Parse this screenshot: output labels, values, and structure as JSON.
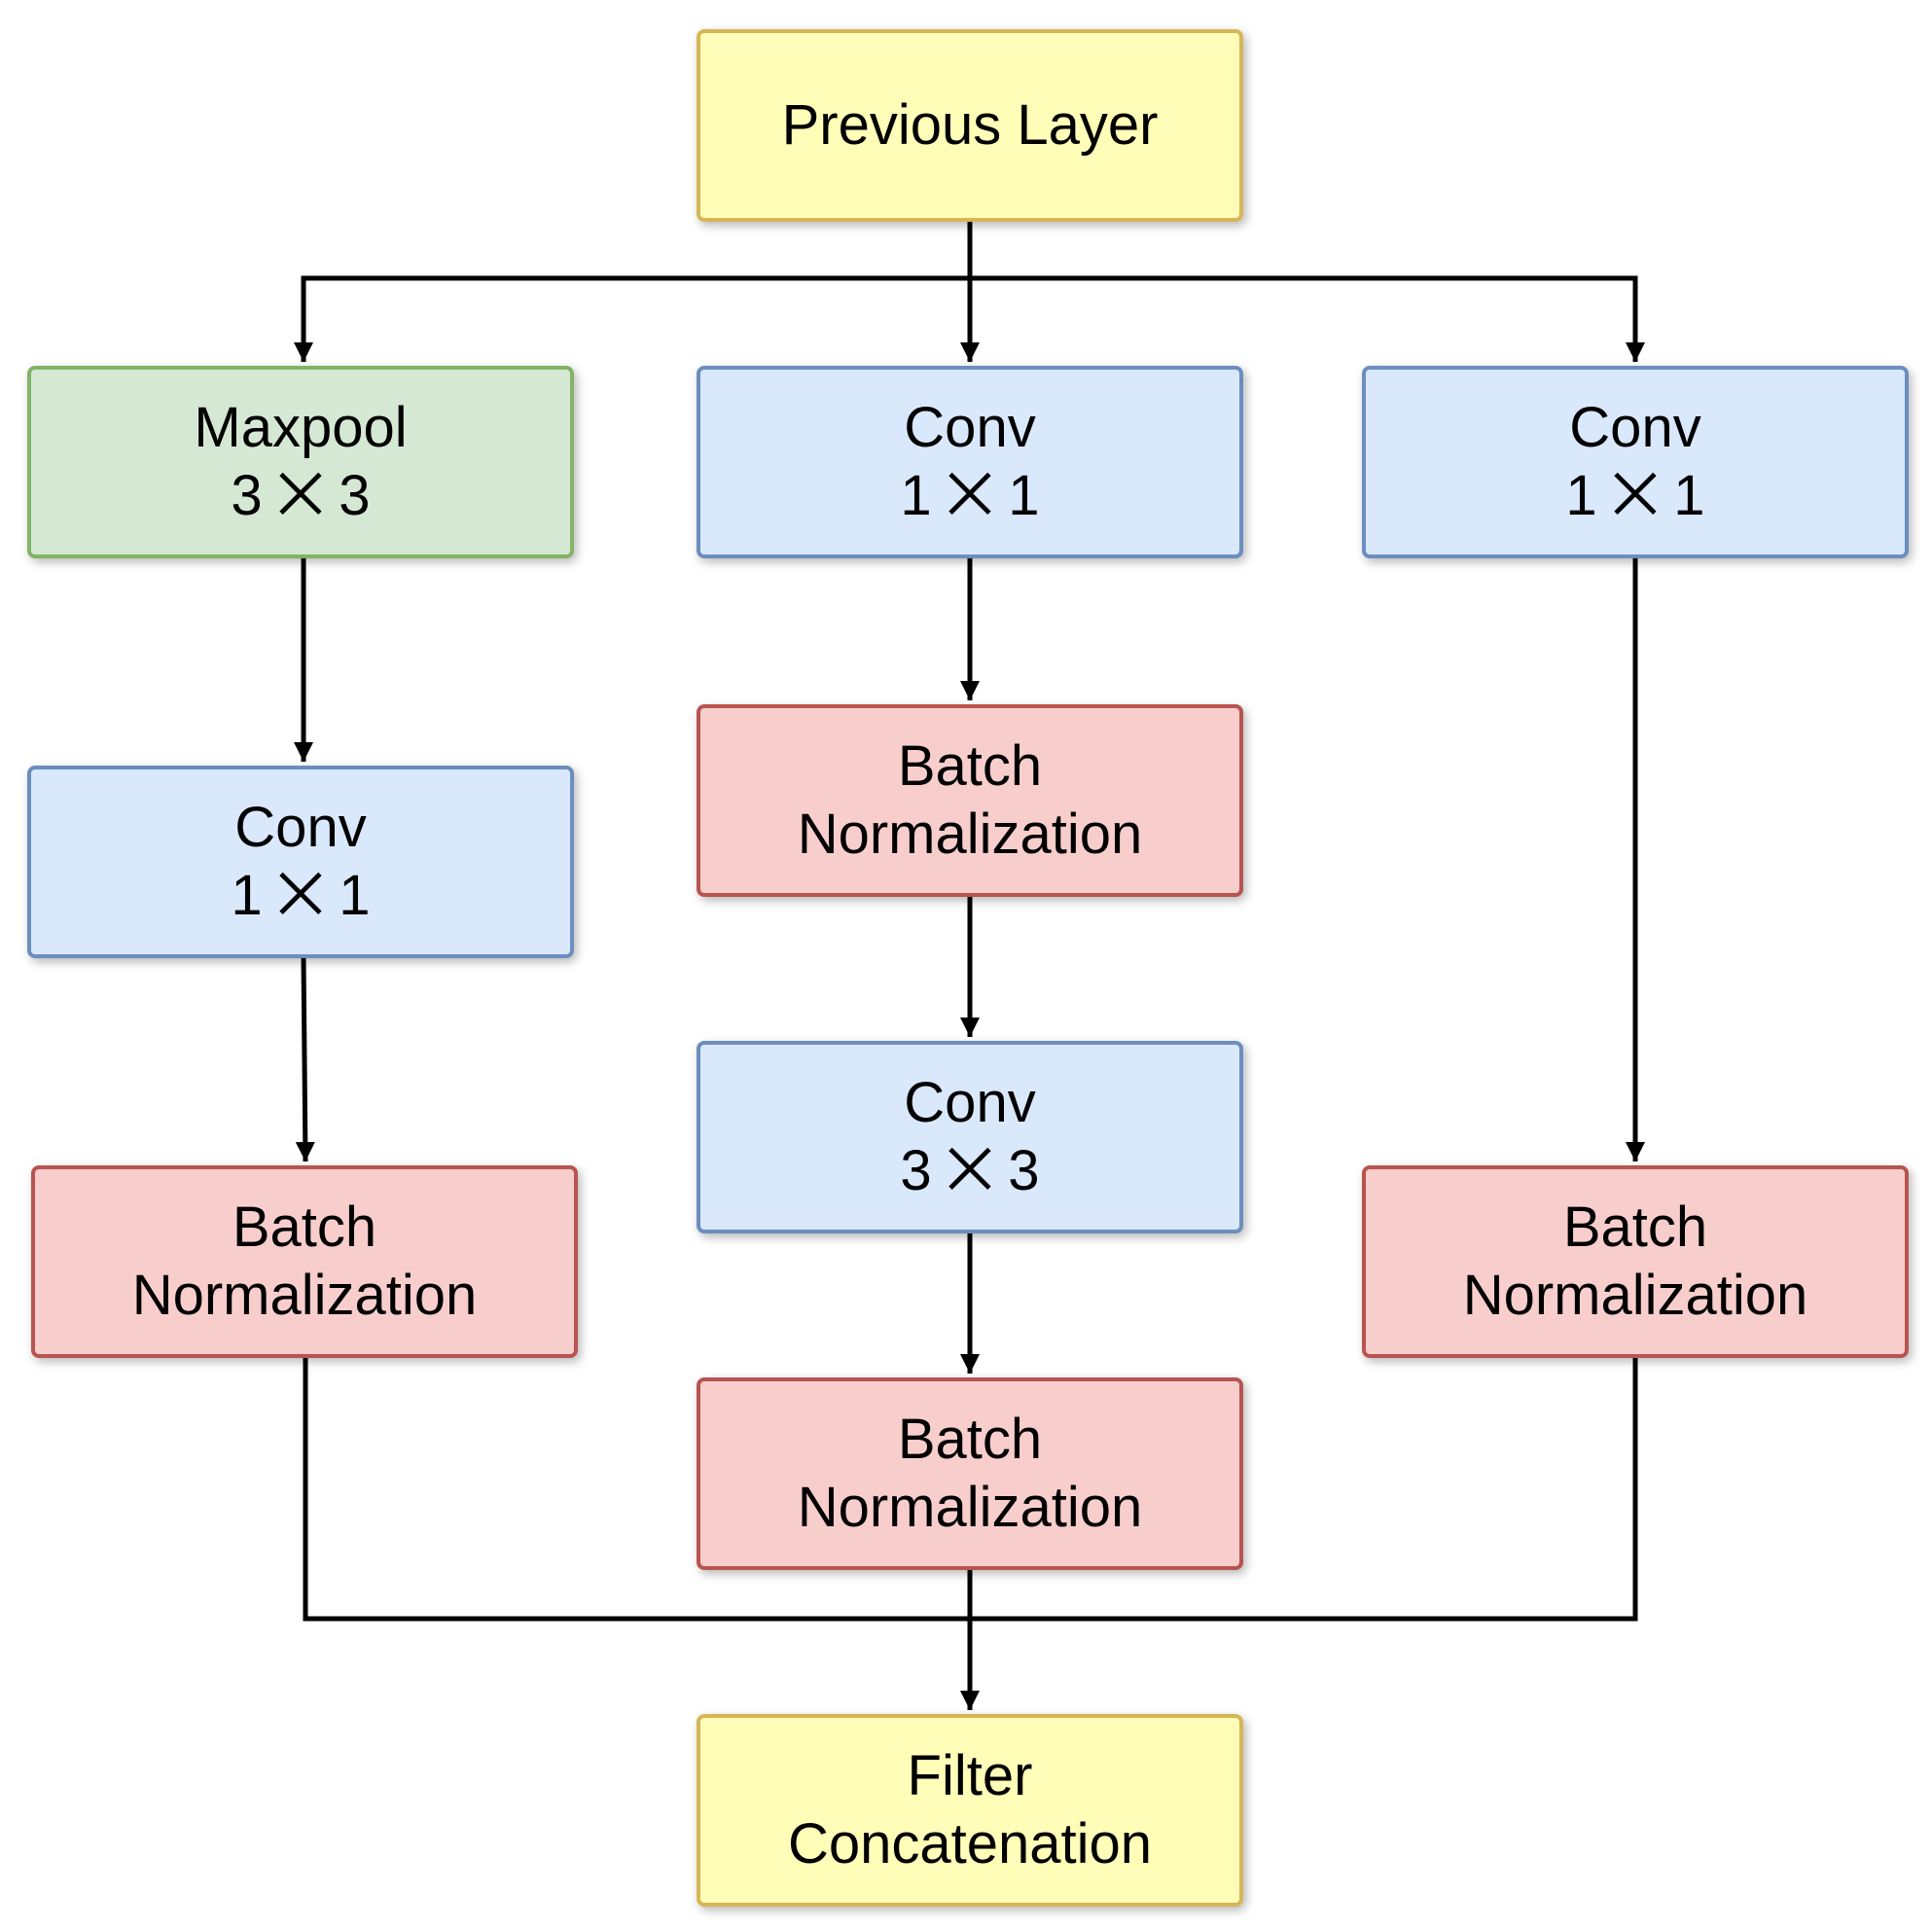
{
  "diagram": {
    "type": "flowchart",
    "colors": {
      "io_fill": "#fffdb8",
      "io_border": "#d6b656",
      "pool_fill": "#d5e8d4",
      "pool_border": "#82b366",
      "conv_fill": "#dae8fc",
      "conv_border": "#6c8ebf",
      "bn_fill": "#f8cecc",
      "bn_border": "#b85450",
      "edge": "#000000"
    },
    "nodes": {
      "previous": {
        "lines": [
          "Previous Layer"
        ]
      },
      "maxpool": {
        "lines": [
          "Maxpool",
          "3 ⨉ 3"
        ]
      },
      "conv_mid": {
        "lines": [
          "Conv",
          "1 ⨉ 1"
        ]
      },
      "conv_right": {
        "lines": [
          "Conv",
          "1 ⨉ 1"
        ]
      },
      "conv_left": {
        "lines": [
          "Conv",
          "1 ⨉ 1"
        ]
      },
      "bn_mid1": {
        "lines": [
          "Batch",
          "Normalization"
        ]
      },
      "conv3_mid": {
        "lines": [
          "Conv",
          "3 ⨉ 3"
        ]
      },
      "bn_left": {
        "lines": [
          "Batch",
          "Normalization"
        ]
      },
      "bn_right": {
        "lines": [
          "Batch",
          "Normalization"
        ]
      },
      "bn_mid2": {
        "lines": [
          "Batch",
          "Normalization"
        ]
      },
      "concat": {
        "lines": [
          "Filter",
          "Concatenation"
        ]
      }
    },
    "edges": [
      {
        "from": "previous",
        "to": "maxpool"
      },
      {
        "from": "previous",
        "to": "conv_mid"
      },
      {
        "from": "previous",
        "to": "conv_right"
      },
      {
        "from": "maxpool",
        "to": "conv_left"
      },
      {
        "from": "conv_left",
        "to": "bn_left"
      },
      {
        "from": "conv_mid",
        "to": "bn_mid1"
      },
      {
        "from": "bn_mid1",
        "to": "conv3_mid"
      },
      {
        "from": "conv3_mid",
        "to": "bn_mid2"
      },
      {
        "from": "conv_right",
        "to": "bn_right"
      },
      {
        "from": "bn_left",
        "to": "concat"
      },
      {
        "from": "bn_mid2",
        "to": "concat"
      },
      {
        "from": "bn_right",
        "to": "concat"
      }
    ]
  }
}
